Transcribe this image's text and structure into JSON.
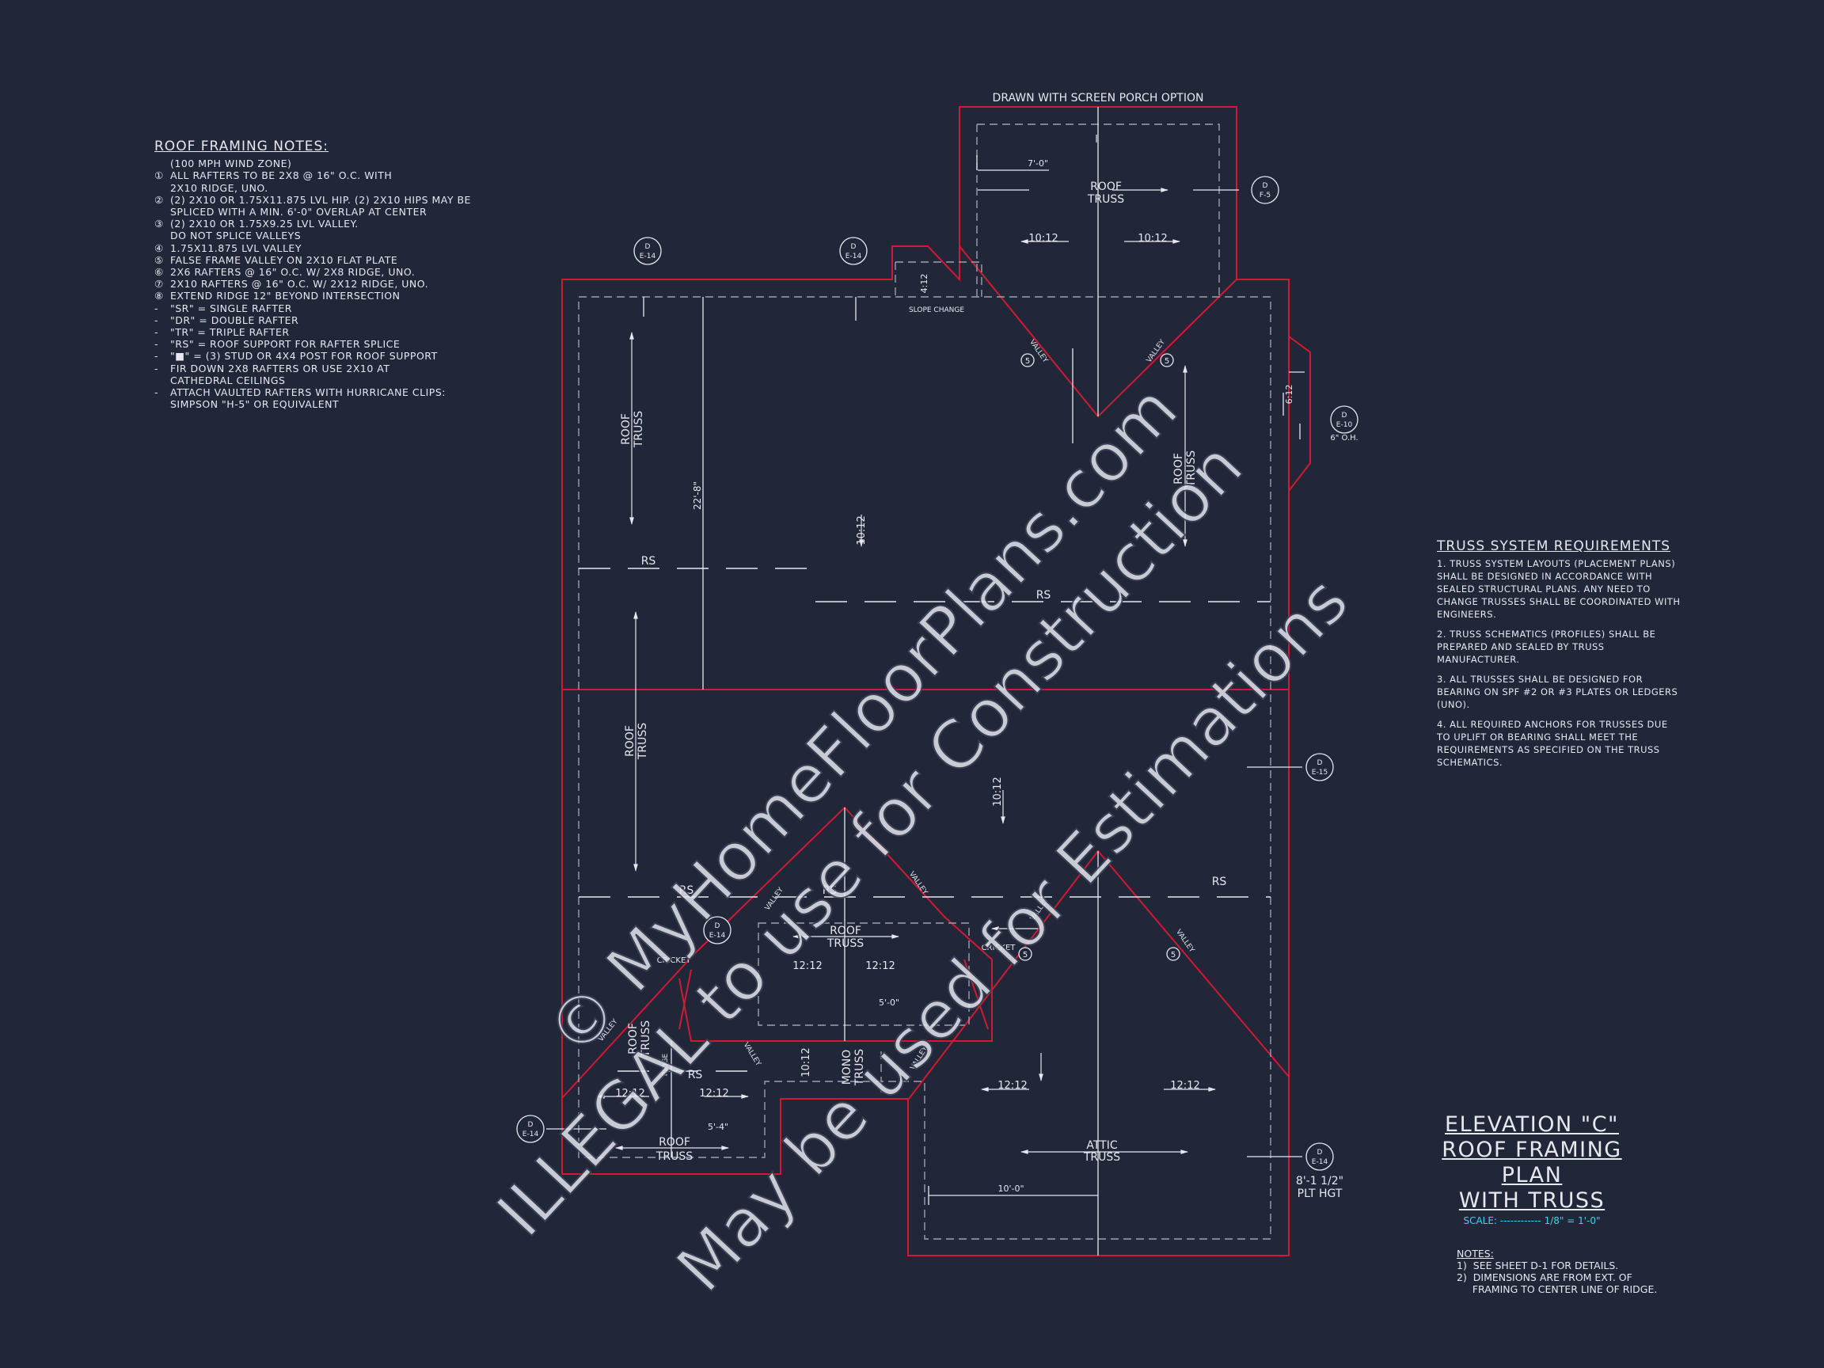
{
  "roof_notes": {
    "title": "ROOF FRAMING NOTES:",
    "items": [
      {
        "marker": "",
        "text": "(100 MPH WIND ZONE)"
      },
      {
        "marker": "①",
        "text": "ALL RAFTERS TO BE 2x8 @ 16\" O.C. WITH"
      },
      {
        "marker": "",
        "text": "2x10 RIDGE, UNO."
      },
      {
        "marker": "②",
        "text": "(2) 2x10 OR 1.75x11.875 LVL HIP. (2) 2x10 HIPS MAY BE"
      },
      {
        "marker": "",
        "text": "SPLICED WITH A MIN. 6'-0\" OVERLAP AT CENTER"
      },
      {
        "marker": "③",
        "text": "(2) 2x10 OR 1.75x9.25 LVL VALLEY."
      },
      {
        "marker": "",
        "text": "DO NOT SPLICE VALLEYS"
      },
      {
        "marker": "④",
        "text": "1.75x11.875 LVL VALLEY"
      },
      {
        "marker": "⑤",
        "text": "FALSE FRAME VALLEY ON 2x10 FLAT PLATE"
      },
      {
        "marker": "⑥",
        "text": "2x6 RAFTERS @ 16\" O.C. W/ 2x8 RIDGE, UNO."
      },
      {
        "marker": "⑦",
        "text": "2x10 RAFTERS @ 16\" O.C. W/ 2x12 RIDGE, UNO."
      },
      {
        "marker": "⑧",
        "text": "EXTEND RIDGE 12\" BEYOND INTERSECTION"
      },
      {
        "marker": "-",
        "text": "\"SR\" = SINGLE RAFTER"
      },
      {
        "marker": "-",
        "text": "\"DR\" = DOUBLE RAFTER"
      },
      {
        "marker": "-",
        "text": "\"TR\" = TRIPLE RAFTER"
      },
      {
        "marker": "-",
        "text": "\"RS\" = ROOF SUPPORT FOR RAFTER SPLICE"
      },
      {
        "marker": "-",
        "text": "\"■\"   = (3) STUD OR 4x4 POST FOR ROOF SUPPORT"
      },
      {
        "marker": "-",
        "text": "FIR DOWN 2x8 RAFTERS OR USE 2x10 AT"
      },
      {
        "marker": "",
        "text": "CATHEDRAL CEILINGS"
      },
      {
        "marker": "-",
        "text": "ATTACH VAULTED RAFTERS WITH HURRICANE CLIPS:"
      },
      {
        "marker": "",
        "text": "SIMPSON \"H-5\" OR EQUIVALENT"
      }
    ]
  },
  "truss_requirements": {
    "title": "TRUSS SYSTEM REQUIREMENTS",
    "items": [
      "1. TRUSS SYSTEM LAYOUTS (PLACEMENT PLANS) SHALL BE DESIGNED IN ACCORDANCE WITH SEALED STRUCTURAL PLANS. ANY NEED TO CHANGE TRUSSES SHALL BE COORDINATED WITH ENGINEERS.",
      "2. TRUSS SCHEMATICS (PROFILES) SHALL BE PREPARED AND SEALED BY TRUSS MANUFACTURER.",
      "3. ALL TRUSSES SHALL BE DESIGNED FOR BEARING ON SPF #2 OR #3 PLATES OR LEDGERS (UNO).",
      "4. ALL REQUIRED ANCHORS FOR TRUSSES DUE TO UPLIFT OR BEARING SHALL MEET THE REQUIREMENTS AS SPECIFIED ON THE TRUSS SCHEMATICS."
    ]
  },
  "title_block": {
    "line1": "ELEVATION \"C\"",
    "line2": "ROOF FRAMING PLAN",
    "line3": "WITH TRUSS",
    "scale": "SCALE: ------------ 1/8\" = 1'-0\""
  },
  "bottom_notes": {
    "title": "NOTES:",
    "items": [
      "1)  SEE SHEET D-1 FOR DETAILS.",
      "2)  DIMENSIONS ARE FROM EXT. OF",
      "     FRAMING TO CENTER LINE OF RIDGE."
    ]
  },
  "plan_labels": {
    "porch_caption": "DRAWN WITH SCREEN PORCH OPTION",
    "slope_change": "SLOPE CHANGE",
    "roof": "ROOF",
    "truss": "TRUSS",
    "mono": "MONO",
    "attic": "ATTIC",
    "rs": "RS",
    "valley": "VALLEY",
    "cricket": "CRICKET",
    "ridge": "RIDGE",
    "pitch_10_12": "10:12",
    "pitch_12_12": "12:12",
    "pitch_4_12": "4:12",
    "pitch_6_12": "6:12",
    "dim_7_0": "7'-0\"",
    "dim_22_8": "22'-8\"",
    "dim_5_0": "5'-0\"",
    "dim_5_4": "5'-4\"",
    "dim_10_0": "10'-0\"",
    "overhang": "6\" O.H.",
    "plt_height_1": "8'-1 1/2\"",
    "plt_height_2": "PLT HGT",
    "callout_5": "5",
    "callout_d": "D",
    "ref_e14": "E-14",
    "ref_f5": "F-5",
    "ref_e10": "E-10",
    "ref_e15": "E-15"
  },
  "watermark": {
    "line1": "© MyHomeFloorPlans.com",
    "line2": "ILLEGAL to use for Construction",
    "line3": "May be used for Estimations"
  },
  "colors": {
    "background": "#212639",
    "roof_outline": "#d01a32",
    "linework": "#e6e8ee",
    "dashed": "#9aa0b0",
    "scale_text": "#36d8f0"
  }
}
